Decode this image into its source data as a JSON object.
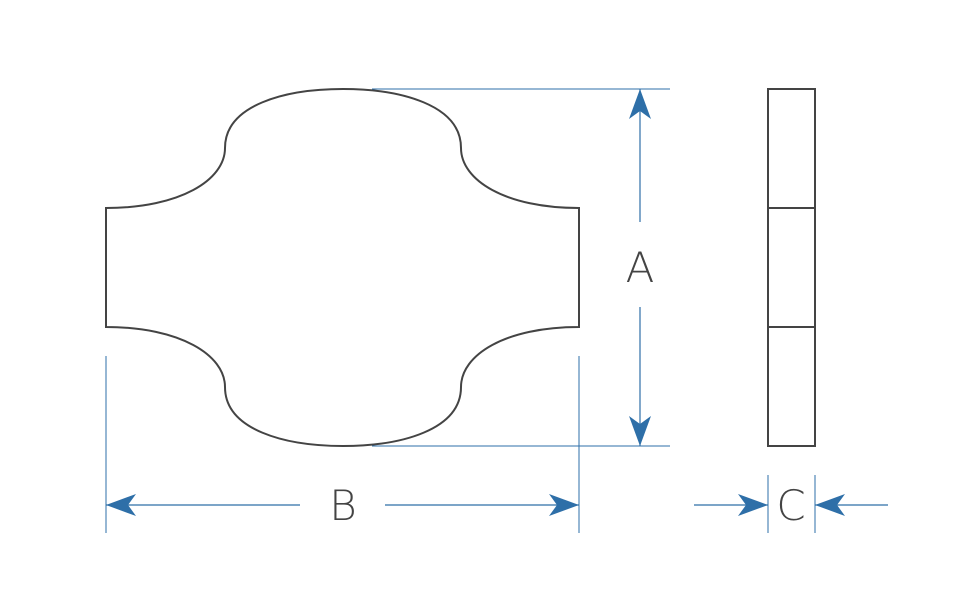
{
  "dimension_labels": {
    "a": "A",
    "b": "B",
    "c": "C"
  },
  "colors": {
    "outline": "#444444",
    "dimension": "#2e6fa8",
    "label": "#444444",
    "background": "#ffffff"
  }
}
